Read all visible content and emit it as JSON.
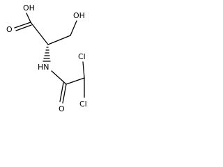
{
  "molecule": {
    "atoms": {
      "carboxyl_oh": "OH",
      "carbonyl_o_acid": "O",
      "hydroxyl_oh": "OH",
      "amide_nh": "HN",
      "chlorine_1": "Cl",
      "chlorine_2": "Cl",
      "carbonyl_o_amide": "O"
    },
    "colors": {
      "bond": "#000000",
      "label": "#000000",
      "background": "#ffffff"
    }
  }
}
